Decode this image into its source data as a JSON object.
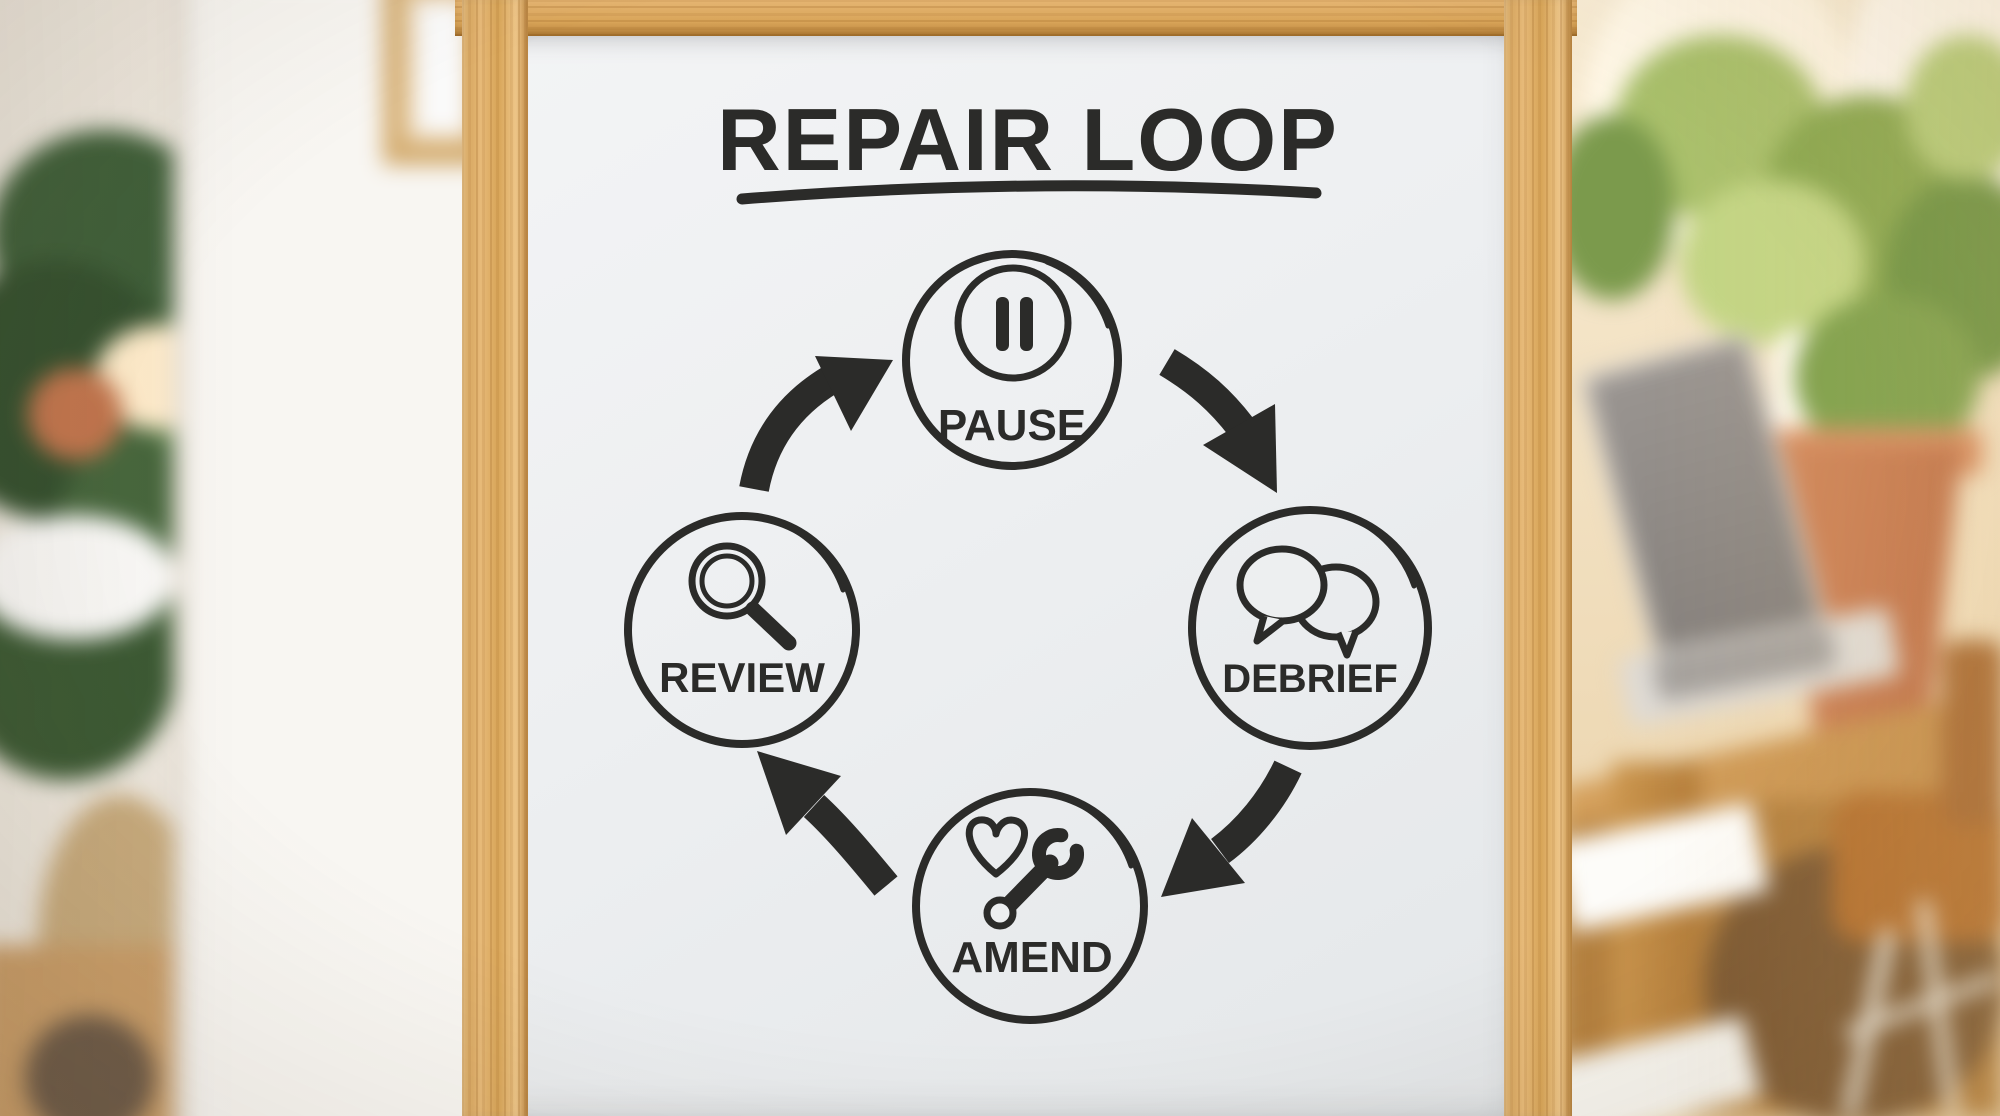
{
  "board": {
    "title": "REPAIR LOOP",
    "surface_color": "#edeff0",
    "marker_color": "#2b2b29",
    "frame_wood_color": "#dda95f"
  },
  "diagram": {
    "type": "cycle",
    "direction": "clockwise",
    "nodes": [
      {
        "id": "pause",
        "label": "PAUSE",
        "icon": "pause-icon",
        "position": "top"
      },
      {
        "id": "debrief",
        "label": "DEBRIEF",
        "icon": "speech-bubbles-icon",
        "position": "right"
      },
      {
        "id": "amend",
        "label": "AMEND",
        "icon": "heart-and-wrench-icon",
        "position": "bottom"
      },
      {
        "id": "review",
        "label": "REVIEW",
        "icon": "magnifying-glass-icon",
        "position": "left"
      }
    ],
    "edges": [
      {
        "from": "review",
        "to": "pause"
      },
      {
        "from": "pause",
        "to": "debrief"
      },
      {
        "from": "debrief",
        "to": "amend"
      },
      {
        "from": "amend",
        "to": "review"
      }
    ]
  }
}
